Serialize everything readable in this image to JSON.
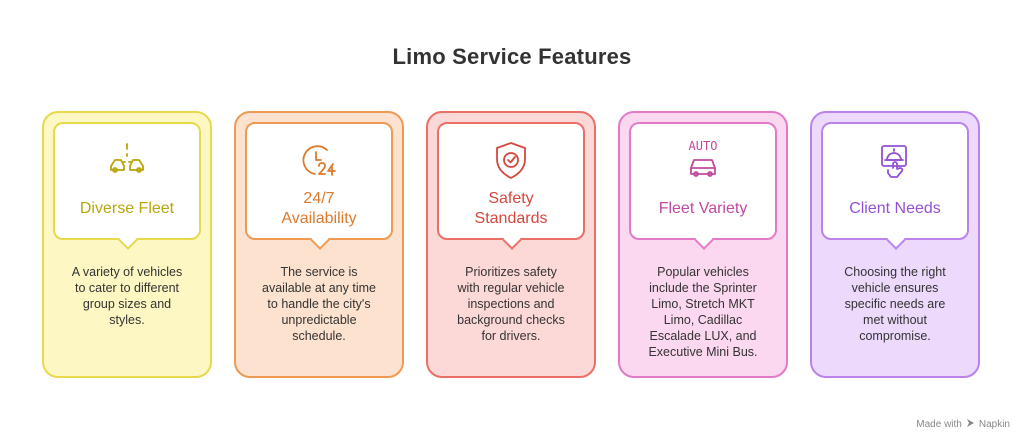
{
  "title": "Limo Service Features",
  "cards": [
    {
      "heading_lines": [
        "Diverse Fleet"
      ],
      "icon": "diverse-fleet-icon",
      "description_lines": [
        "A variety of vehicles",
        "to cater to different",
        "group sizes and",
        "styles."
      ],
      "colors": {
        "bg": "#fdf7c3",
        "border": "#e7d84e",
        "text": "#b9a60a"
      }
    },
    {
      "heading_lines": [
        "24/7",
        "Availability"
      ],
      "icon": "clock-24-icon",
      "description_lines": [
        "The service is",
        "available at any time",
        "to handle the city's",
        "unpredictable",
        "schedule."
      ],
      "colors": {
        "bg": "#fde3cf",
        "border": "#ee9a54",
        "text": "#dc7a2e"
      }
    },
    {
      "heading_lines": [
        "Safety",
        "Standards"
      ],
      "icon": "shield-check-icon",
      "description_lines": [
        "Prioritizes safety",
        "with regular vehicle",
        "inspections and",
        "background checks",
        "for drivers."
      ],
      "colors": {
        "bg": "#fcd9d6",
        "border": "#ea6f67",
        "text": "#d5473f"
      }
    },
    {
      "heading_lines": [
        "Fleet Variety"
      ],
      "icon": "auto-car-icon",
      "icon_label": "AUTO",
      "description_lines": [
        "Popular vehicles",
        "include the Sprinter",
        "Limo, Stretch MKT",
        "Limo, Cadillac",
        "Escalade LUX, and",
        "Executive Mini Bus."
      ],
      "colors": {
        "bg": "#fbd8ef",
        "border": "#e27ac8",
        "text": "#c04aa0"
      }
    },
    {
      "heading_lines": [
        "Client Needs"
      ],
      "icon": "client-service-icon",
      "description_lines": [
        "Choosing the right",
        "vehicle ensures",
        "specific needs are",
        "met without",
        "compromise."
      ],
      "colors": {
        "bg": "#ecd9fb",
        "border": "#bb82ec",
        "text": "#9451d2"
      }
    }
  ],
  "watermark": {
    "prefix": "Made with",
    "brand": "Napkin"
  }
}
